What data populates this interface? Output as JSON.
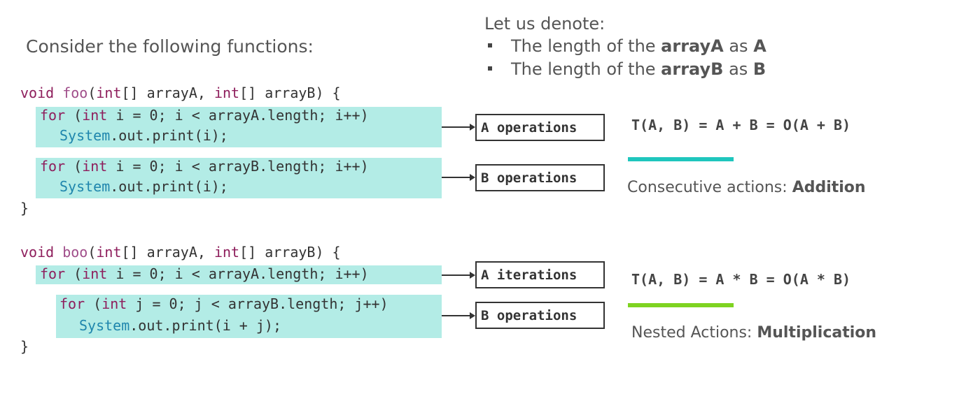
{
  "heading": "Consider the following functions:",
  "notation": {
    "intro": "Let us denote:",
    "items": [
      {
        "prefix": "The length of the ",
        "bold": "arrayA",
        "mid": " as ",
        "bold2": "A"
      },
      {
        "prefix": "The length of the ",
        "bold": "arrayB",
        "mid": " as ",
        "bold2": "B"
      }
    ]
  },
  "foo": {
    "void": "void",
    "name": "foo",
    "params_a": "(",
    "int1": "int",
    "params_b": "[] arrayA, ",
    "int2": "int",
    "params_c": "[] arrayB) {",
    "loop1_for": "for",
    "loop1_int": "int",
    "loop1_rest": " i = 0; i < arrayA.length; i++)",
    "loop1_sys": "System",
    "loop1_print": ".out.print(i);",
    "loop2_for": "for",
    "loop2_int": "int",
    "loop2_rest": " i = 0; i < arrayB.length; i++)",
    "loop2_sys": "System",
    "loop2_print": ".out.print(i);",
    "close": "}"
  },
  "boo": {
    "void": "void",
    "name": "boo",
    "params_a": "(",
    "int1": "int",
    "params_b": "[] arrayA, ",
    "int2": "int",
    "params_c": "[] arrayB) {",
    "outer_for": "for",
    "outer_int": "int",
    "outer_rest": " i = 0; i < arrayA.length; i++)",
    "inner_for": "for",
    "inner_int": "int",
    "inner_rest": " j = 0; j < arrayB.length; j++)",
    "inner_sys": "System",
    "inner_print": ".out.print(i + j);",
    "close": "}"
  },
  "boxes": {
    "foo_a": "A operations",
    "foo_b": "B operations",
    "boo_a": "A iterations",
    "boo_b": "B operations"
  },
  "results": {
    "addition_formula": "T(A, B) = A + B = O(A + B)",
    "addition_caption": "Consecutive actions: ",
    "addition_bold": "Addition",
    "addition_color": "#1fc6bd",
    "multiplication_formula": "T(A, B) = A * B = O(A * B)",
    "multiplication_caption": "Nested Actions: ",
    "multiplication_bold": "Multiplication",
    "multiplication_color": "#7ed321"
  },
  "highlight_color": "#b3ece6"
}
